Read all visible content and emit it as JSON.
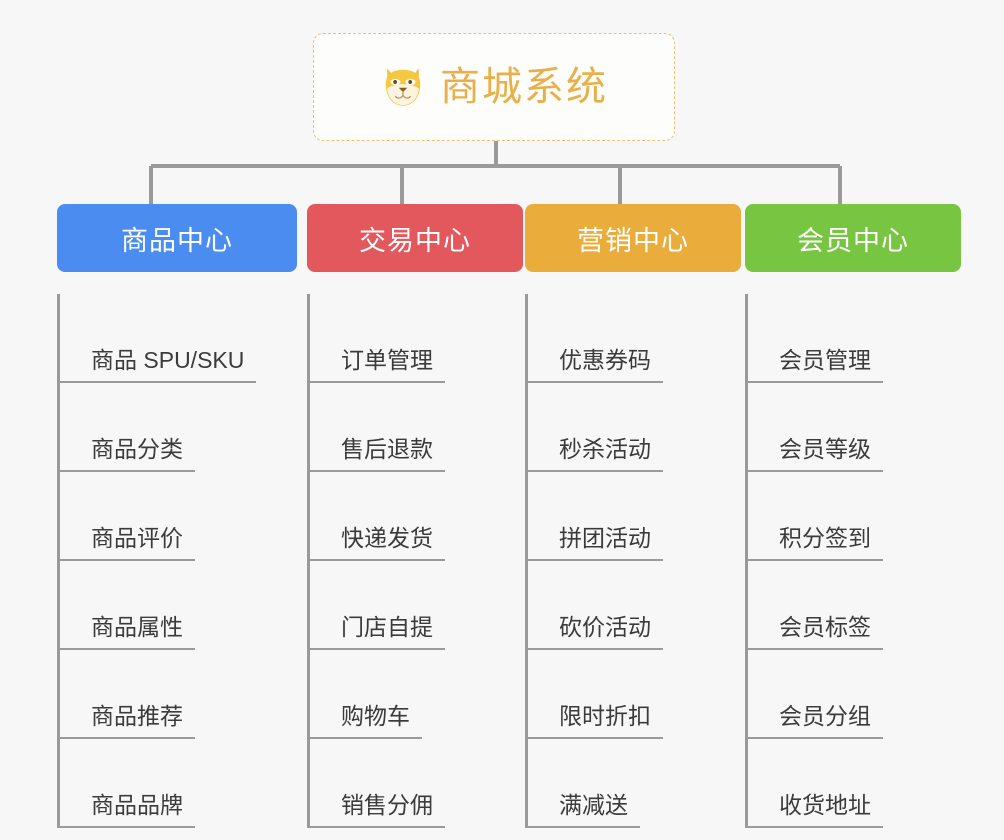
{
  "root": {
    "title": "商城系统",
    "icon": "shiba-dog-icon",
    "border_color": "#e8c274",
    "text_color": "#e9b04a"
  },
  "connector_color": "#9a9a9a",
  "background_color": "#f7f7f7",
  "branches": [
    {
      "label": "商品中心",
      "color": "#4a8cf0",
      "items": [
        "商品 SPU/SKU",
        "商品分类",
        "商品评价",
        "商品属性",
        "商品推荐",
        "商品品牌"
      ]
    },
    {
      "label": "交易中心",
      "color": "#e2585c",
      "items": [
        "订单管理",
        "售后退款",
        "快递发货",
        "门店自提",
        "购物车",
        "销售分佣"
      ]
    },
    {
      "label": "营销中心",
      "color": "#eaad3b",
      "items": [
        "优惠券码",
        "秒杀活动",
        "拼团活动",
        "砍价活动",
        "限时折扣",
        "满减送"
      ]
    },
    {
      "label": "会员中心",
      "color": "#78c542",
      "items": [
        "会员管理",
        "会员等级",
        "积分签到",
        "会员标签",
        "会员分组",
        "收货地址"
      ]
    }
  ]
}
